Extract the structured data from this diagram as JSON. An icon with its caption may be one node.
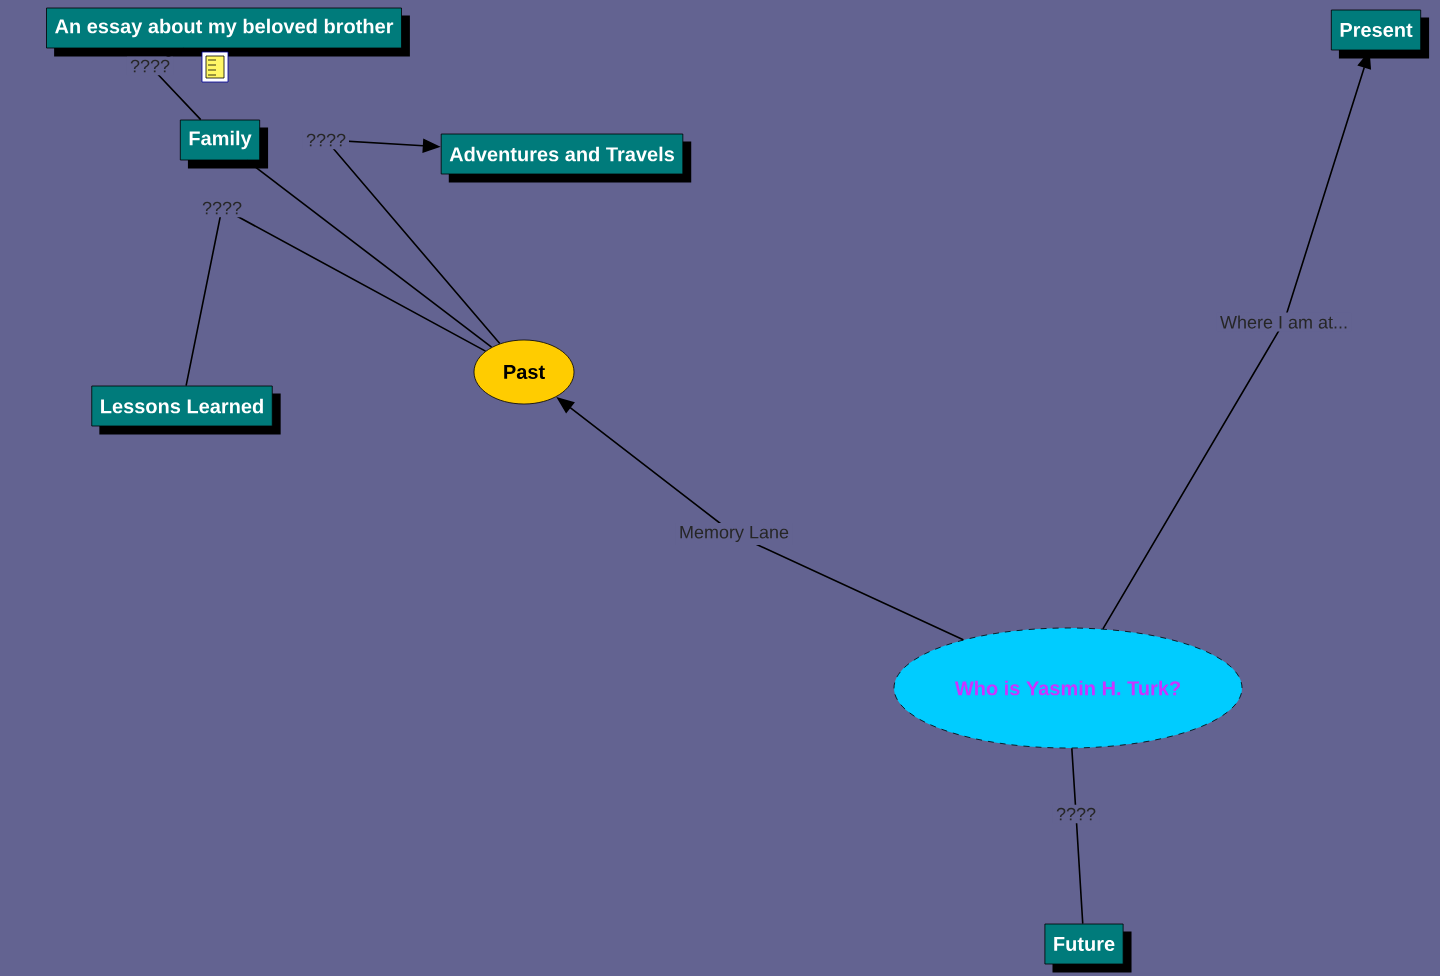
{
  "diagram": {
    "nodes": [
      {
        "text": [
          "An essay about my beloved brother"
        ]
      },
      {
        "text": [
          "Family"
        ]
      },
      {
        "text": [
          "Adventures and Travels"
        ]
      },
      {
        "text": [
          "Lessons Learned"
        ]
      },
      {
        "text": [
          "Past"
        ]
      },
      {
        "text": [
          "Present"
        ]
      },
      {
        "text": [
          "Who is Yasmin H. Turk?"
        ]
      },
      {
        "text": [
          "Future"
        ]
      }
    ],
    "edges": [
      {
        "from": 1,
        "to": 0,
        "arrow": "none",
        "label": "????"
      },
      {
        "from": 4,
        "to": 1,
        "arrow": "none"
      },
      {
        "from": 4,
        "to": 2,
        "arrow": "to",
        "label": "????"
      },
      {
        "from": 4,
        "to": 3,
        "arrow": "none",
        "label": "????"
      },
      {
        "from": 6,
        "to": 4,
        "arrow": "to",
        "label": "Memory Lane"
      },
      {
        "from": 6,
        "to": 5,
        "arrow": "to",
        "label": "Where I am at..."
      },
      {
        "from": 6,
        "to": 7,
        "arrow": "none",
        "label": "????"
      }
    ]
  }
}
